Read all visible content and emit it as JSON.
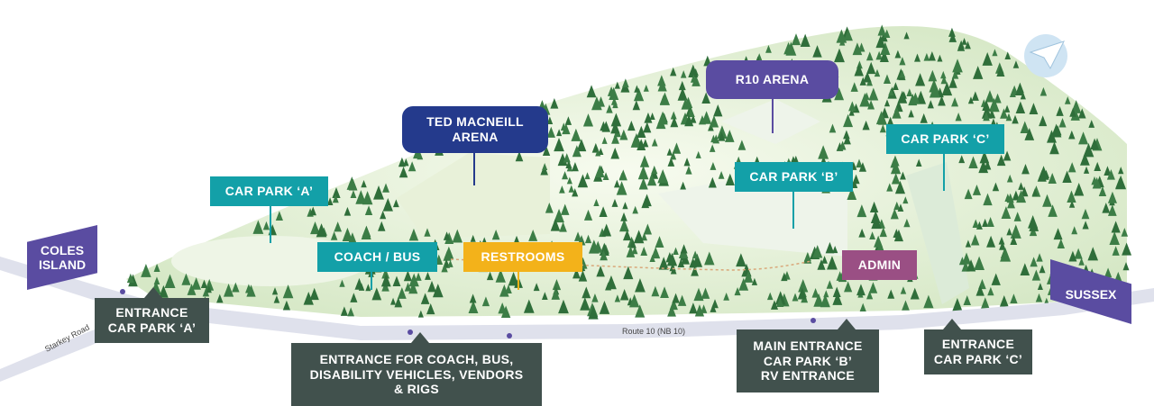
{
  "labels": {
    "ted_macneill_line1": "TED MACNEILL",
    "ted_macneill_line2": "ARENA",
    "r10_arena": "R10 ARENA",
    "car_park_a": "CAR PARK ‘A’",
    "car_park_b": "CAR PARK ‘B’",
    "car_park_c": "CAR PARK ‘C’",
    "coach_bus": "COACH / BUS",
    "restrooms": "RESTROOMS",
    "admin": "ADMIN"
  },
  "signs": {
    "coles_island_line1": "COLES",
    "coles_island_line2": "ISLAND",
    "sussex": "SUSSEX"
  },
  "entrances": {
    "a_line1": "ENTRANCE",
    "a_line2": "CAR PARK ‘A’",
    "coach_line1": "ENTRANCE FOR COACH, BUS,",
    "coach_line2": "DISABILITY VEHICLES, VENDORS",
    "coach_line3": "& RIGS",
    "main_line1": "MAIN ENTRANCE",
    "main_line2": "CAR PARK ‘B’",
    "main_line3": "RV ENTRANCE",
    "c_line1": "ENTRANCE",
    "c_line2": "CAR PARK ‘C’"
  },
  "roads": {
    "starkey_road": "Starkey Road",
    "route_10": "Route 10 (NB 10)"
  },
  "icons": {
    "compass": "paper-plane-compass-icon"
  },
  "colors": {
    "teal": "#13a0a8",
    "navy": "#243a8c",
    "purple": "#5a4ca1",
    "gold": "#f3b21a",
    "plum": "#9a4f84",
    "entrance": "#41514d",
    "forest": "#2f6e3a",
    "clearing": "#e9f2dc"
  }
}
